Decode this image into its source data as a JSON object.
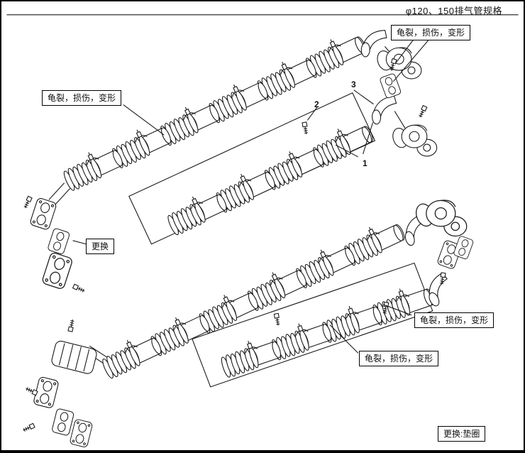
{
  "page": {
    "title": "φ120、150排气管规格"
  },
  "callouts": {
    "damage_top_right": {
      "label": "龟裂，损伤，变形"
    },
    "damage_upper_left": {
      "label": "龟裂，损伤，变形"
    },
    "replace": {
      "label": "更换"
    },
    "damage_mid_right": {
      "label": "龟裂，损伤，变形"
    },
    "damage_bottom": {
      "label": "龟裂，损伤，变形"
    },
    "replace_gasket": {
      "label": "更换:垫圈"
    }
  },
  "part_numbers": {
    "one": "1",
    "two": "2",
    "three": "3"
  }
}
